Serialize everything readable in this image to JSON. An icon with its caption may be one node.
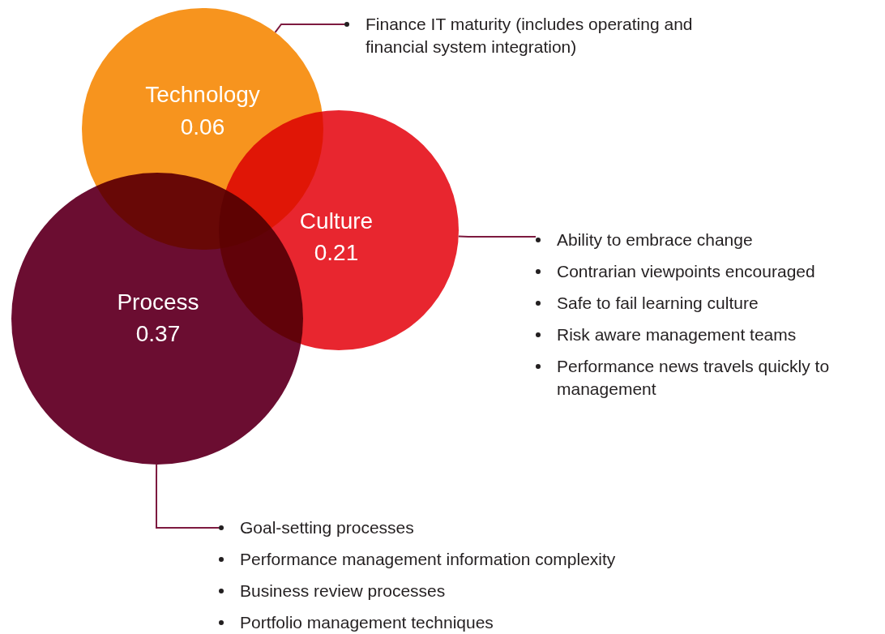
{
  "diagram": {
    "nodes": [
      {
        "text": [
          "Technology",
          "0.06"
        ]
      },
      {
        "text": [
          "Culture",
          "0.21"
        ]
      },
      {
        "text": [
          "Process",
          "0.37"
        ]
      },
      {
        "text": [
          "Finance IT maturity (includes operating and financial system integration)"
        ]
      },
      {
        "text": [
          "Ability to embrace change",
          "Contrarian viewpoints encouraged",
          "Safe to fail learning culture",
          "Risk aware management teams",
          "Performance news travels quickly to management"
        ]
      },
      {
        "text": [
          "Goal-setting processes",
          "Performance management information complexity",
          "Business review processes",
          "Portfolio management techniques"
        ]
      }
    ],
    "edges": [
      {
        "from": 0,
        "to": 3,
        "arrow": "none"
      },
      {
        "from": 1,
        "to": 4,
        "arrow": "none"
      },
      {
        "from": 2,
        "to": 5,
        "arrow": "none"
      }
    ]
  }
}
